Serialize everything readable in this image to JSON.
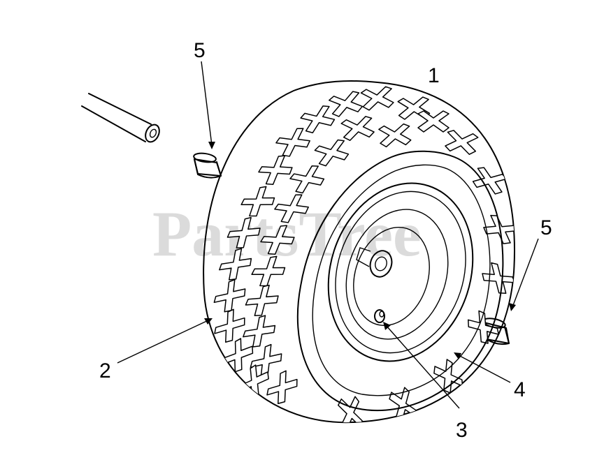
{
  "watermark": {
    "text": "PartsTree"
  },
  "callouts": [
    {
      "id": "1",
      "label": "1"
    },
    {
      "id": "2",
      "label": "2"
    },
    {
      "id": "3",
      "label": "3"
    },
    {
      "id": "4",
      "label": "4"
    },
    {
      "id": "5a",
      "label": "5"
    },
    {
      "id": "5b",
      "label": "5"
    }
  ]
}
